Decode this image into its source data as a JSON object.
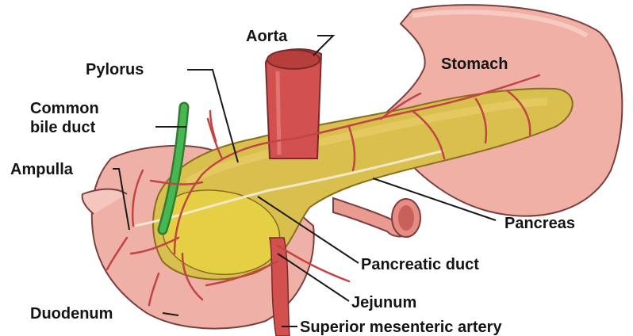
{
  "labels": {
    "aorta": "Aorta",
    "pylorus": "Pylorus",
    "stomach": "Stomach",
    "common_bile_duct_line1": "Common",
    "common_bile_duct_line2": "bile duct",
    "ampulla": "Ampulla",
    "pancreas": "Pancreas",
    "pancreatic_duct": "Pancreatic duct",
    "jejunum": "Jejunum",
    "duodenum": "Duodenum",
    "superior_mesenteric_artery": "Superior mesenteric artery"
  },
  "colors": {
    "stomach": "#f0b0a6",
    "pancreas": "#d9bf4e",
    "artery": "#d2514e",
    "bile_duct": "#3fae48",
    "background": "#ffffff"
  }
}
